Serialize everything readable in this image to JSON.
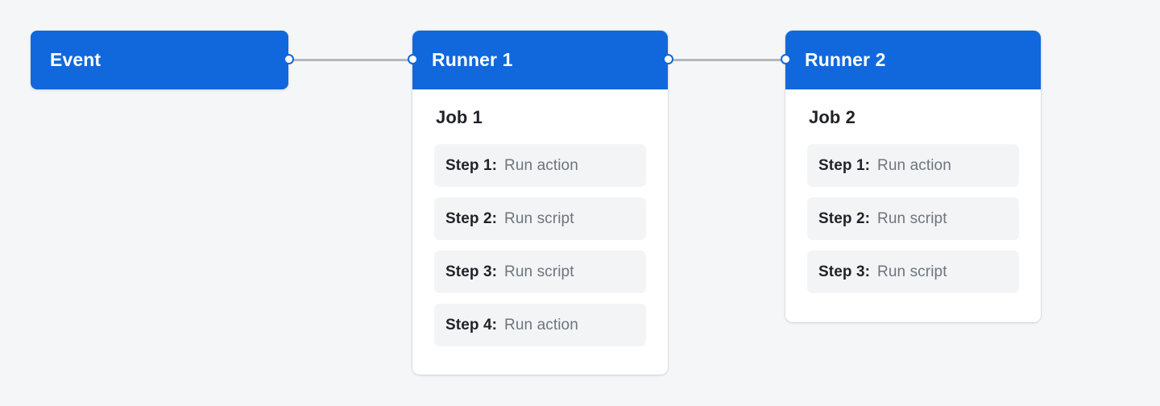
{
  "canvas": {
    "background_color": "#f4f6f8",
    "accent_color": "#1068dc",
    "edge_color": "#b4b8bd",
    "step_bg_color": "#f3f4f6",
    "step_label_color": "#1f2328",
    "step_action_color": "#6d757e"
  },
  "nodes": {
    "event": {
      "title": "Event"
    },
    "runner1": {
      "title": "Runner 1",
      "job_title": "Job 1",
      "steps": [
        {
          "label": "Step 1:",
          "action": "Run action"
        },
        {
          "label": "Step 2:",
          "action": "Run script"
        },
        {
          "label": "Step 3:",
          "action": "Run script"
        },
        {
          "label": "Step 4:",
          "action": "Run action"
        }
      ]
    },
    "runner2": {
      "title": "Runner 2",
      "job_title": "Job 2",
      "steps": [
        {
          "label": "Step 1:",
          "action": "Run action"
        },
        {
          "label": "Step 2:",
          "action": "Run script"
        },
        {
          "label": "Step 3:",
          "action": "Run script"
        }
      ]
    }
  }
}
